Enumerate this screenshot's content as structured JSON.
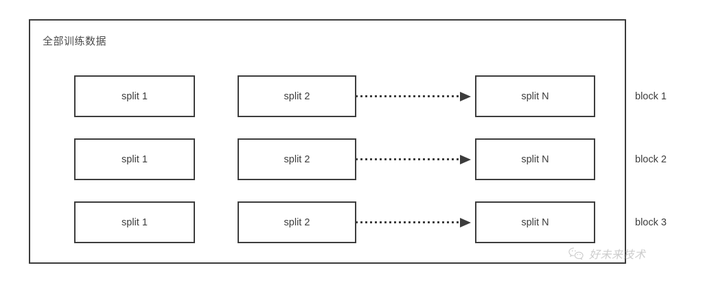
{
  "diagram": {
    "title": "全部训练数据",
    "rows": [
      {
        "block_label": "block 1",
        "boxes": [
          {
            "label": "split 1"
          },
          {
            "label": "split 2"
          },
          {
            "label": "split N"
          }
        ],
        "connector": {
          "style": "dotted",
          "arrow": "right"
        }
      },
      {
        "block_label": "block 2",
        "boxes": [
          {
            "label": "split 1"
          },
          {
            "label": "split 2"
          },
          {
            "label": "split N"
          }
        ],
        "connector": {
          "style": "dotted",
          "arrow": "right"
        }
      },
      {
        "block_label": "block 3",
        "boxes": [
          {
            "label": "split 1"
          },
          {
            "label": "split 2"
          },
          {
            "label": "split N"
          }
        ],
        "connector": {
          "style": "dotted",
          "arrow": "right"
        }
      }
    ]
  },
  "watermark": {
    "icon": "wechat-icon",
    "text": "好未来技术"
  },
  "colors": {
    "background": "#ffffff",
    "frame_border": "#3a3a3a",
    "box_border": "#3c3c3c",
    "text": "#3d3d3d",
    "title_text": "#4a4a4a",
    "watermark_text": "#9a9a9a"
  }
}
